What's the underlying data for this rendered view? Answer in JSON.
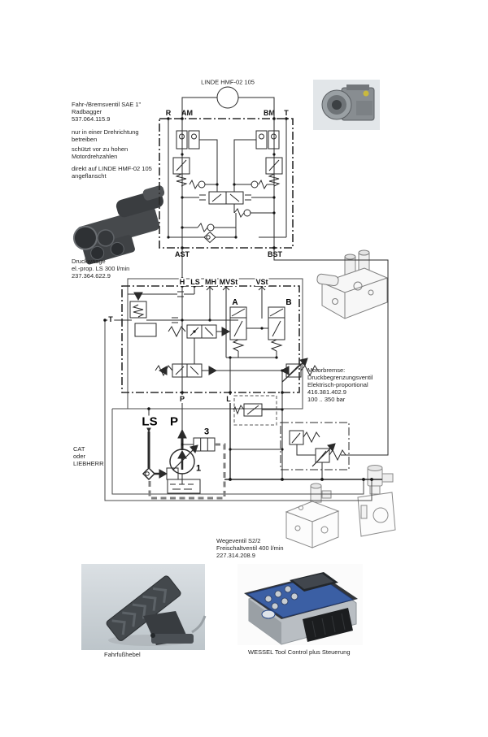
{
  "labels": {
    "linde": "LINDE HMF-02 105",
    "ports": {
      "r": "R",
      "am": "AM",
      "bm": "BM",
      "t_top": "T",
      "ast": "AST",
      "bst": "BST",
      "h": "H",
      "ls": "LS",
      "mh": "MH",
      "mvst": "MVSt",
      "vst": "VSt",
      "t_mid": "T",
      "p_mid": "P",
      "l_mid": "L",
      "ls_bold": "LS",
      "p_bold": "P",
      "pump_no": "1",
      "filter_no": "3",
      "valve_a": "A",
      "valve_b": "B"
    }
  },
  "notes": {
    "fahr_bremsventil": [
      "Fahr-/Bremsventil SAE 1\"",
      "Radbagger",
      "537.064.115.9"
    ],
    "drehrichtung": [
      "nur in einer Drehrichtung",
      "betreiben"
    ],
    "schutz": [
      "schützt vor zu hohen",
      "Motordrehzahlen"
    ],
    "montage": [
      "direkt auf LINDE HMF-02 105",
      "angeflanscht"
    ],
    "druckwaage": [
      "Druckwaage",
      "el.-prop. LS 300 l/min",
      "237.364.622.9"
    ],
    "traeger": [
      "CAT",
      "oder",
      "LIEBHERR"
    ],
    "motorbremse": [
      "Motorbremse:",
      "Druckbegrenzungsventil",
      "Elektrisch-proportional",
      "416.381.402.9",
      "100 .. 350 bar"
    ],
    "wegeventil": [
      "Wegeventil S2/2",
      "Freischaltventil 400 l/min",
      "227.314.208.9"
    ]
  },
  "captions": {
    "pedal": "Fahrfußhebel",
    "controller": "WESSEL Tool Control plus Steuerung"
  },
  "colors": {
    "line": "#2a2a2a",
    "photo_bg": "#e2e6e9",
    "wessel_blue": "#3b5fa4"
  }
}
